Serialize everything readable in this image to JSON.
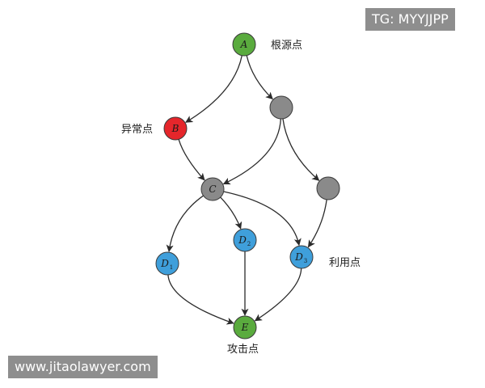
{
  "colors": {
    "root": "#5aab3e",
    "anomaly": "#e5262b",
    "hidden": "#8a8a8a",
    "exploit": "#3f9fdb",
    "target": "#5aab3e",
    "edge": "#2b2b2b",
    "watermark_bg": "#8e8e8e"
  },
  "nodes": [
    {
      "id": "A",
      "label": "A",
      "sub": "",
      "kind": "root"
    },
    {
      "id": "G1",
      "label": "",
      "sub": "",
      "kind": "hidden"
    },
    {
      "id": "B",
      "label": "B",
      "sub": "",
      "kind": "anomaly"
    },
    {
      "id": "C",
      "label": "C",
      "sub": "",
      "kind": "hidden"
    },
    {
      "id": "G2",
      "label": "",
      "sub": "",
      "kind": "hidden"
    },
    {
      "id": "D1",
      "label": "D",
      "sub": "1",
      "kind": "exploit"
    },
    {
      "id": "D2",
      "label": "D",
      "sub": "2",
      "kind": "exploit"
    },
    {
      "id": "D3",
      "label": "D",
      "sub": "3",
      "kind": "exploit"
    },
    {
      "id": "E",
      "label": "E",
      "sub": "",
      "kind": "target"
    }
  ],
  "edges": [
    {
      "from": "A",
      "to": "B"
    },
    {
      "from": "A",
      "to": "G1"
    },
    {
      "from": "B",
      "to": "C"
    },
    {
      "from": "G1",
      "to": "C"
    },
    {
      "from": "G1",
      "to": "G2"
    },
    {
      "from": "C",
      "to": "D1"
    },
    {
      "from": "C",
      "to": "D2"
    },
    {
      "from": "C",
      "to": "D3"
    },
    {
      "from": "G2",
      "to": "D3"
    },
    {
      "from": "D1",
      "to": "E"
    },
    {
      "from": "D2",
      "to": "E"
    },
    {
      "from": "D3",
      "to": "E"
    }
  ],
  "annotations": {
    "root": "根源点",
    "anomaly": "异常点",
    "exploit": "利用点",
    "target": "攻击点"
  },
  "watermarks": {
    "top": "TG: MYYJJPP",
    "bottom": "www.jitaolawyer.com"
  }
}
